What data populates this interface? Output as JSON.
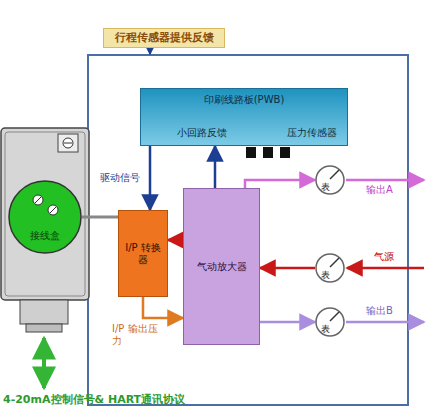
{
  "diagram": {
    "nodes": [
      {
        "text": [
          "行程传感器提供反馈"
        ]
      },
      {
        "text": [
          "印刷线路板(PWB)",
          "小回路反馈",
          "压力传感器"
        ]
      },
      {
        "text": [
          "接线盒"
        ]
      },
      {
        "text": [
          "I/P 转换器"
        ]
      },
      {
        "text": [
          "气动放大器"
        ]
      },
      {
        "text": [
          "表"
        ]
      },
      {
        "text": [
          "表"
        ]
      },
      {
        "text": [
          "表"
        ]
      }
    ],
    "edges": [
      {
        "from": 1,
        "to": 3,
        "label": "驱动信号",
        "arrow": "to"
      },
      {
        "from": 2,
        "to": 3,
        "arrow": "none"
      },
      {
        "from": 3,
        "to": 4,
        "label": "I/P 输出压力",
        "arrow": "to"
      },
      {
        "from": 6,
        "to": 4,
        "arrow": "to"
      },
      {
        "from": 4,
        "to": 3,
        "arrow": "to"
      },
      {
        "from": 4,
        "to": 1,
        "arrow": "to"
      },
      {
        "from": 4,
        "to": 5,
        "arrow": "to"
      },
      {
        "from": 4,
        "to": 7,
        "arrow": "to"
      }
    ],
    "labels": [
      "输出A",
      "气源",
      "输出B",
      "4-20mA控制信号& HART通讯协议"
    ]
  }
}
